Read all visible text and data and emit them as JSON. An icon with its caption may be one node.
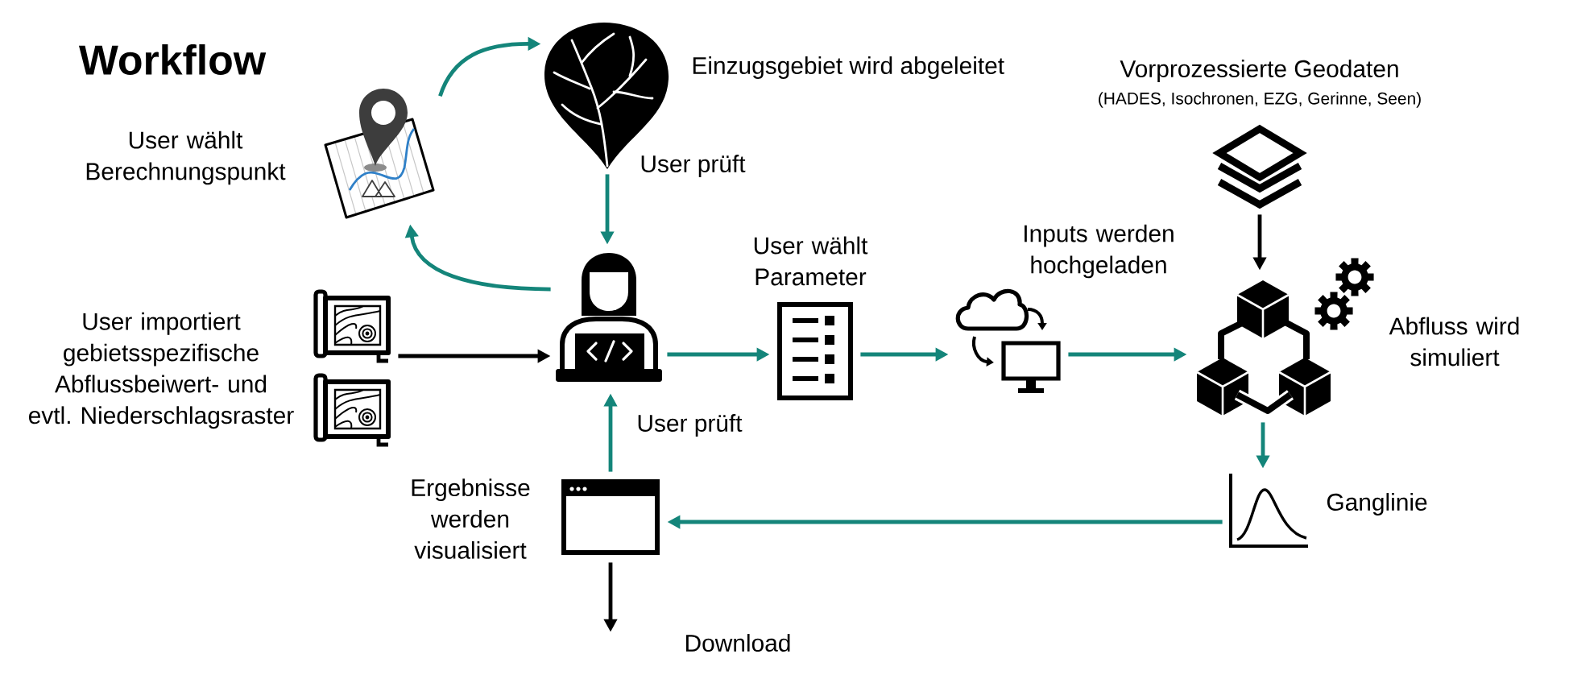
{
  "diagram": {
    "title": "Workflow",
    "nodes": [
      {
        "text": [],
        "shape": "picture",
        "beside": [
          "User wählt Berechnungspunkt"
        ]
      },
      {
        "text": [],
        "shape": "picture",
        "beside": [
          "Einzugsgebiet wird abgeleitet"
        ]
      },
      {
        "text": [],
        "shape": "picture",
        "beside": [
          "Vorprozessierte Geodaten",
          "(HADES, Isochronen, EZG, Gerinne, Seen)"
        ]
      },
      {
        "text": [],
        "shape": "picture",
        "beside": [
          "User importiert gebietsspezifische Abflussbeiwert- und evtl. Niederschlagsraster"
        ]
      },
      {
        "text": [],
        "shape": "person"
      },
      {
        "text": [],
        "shape": "picture",
        "beside": [
          "User wählt Parameter"
        ]
      },
      {
        "text": [],
        "shape": "picture",
        "beside": [
          "Inputs werden hochgeladen"
        ]
      },
      {
        "text": [],
        "shape": "picture",
        "beside": [
          "Abfluss wird simuliert"
        ]
      },
      {
        "text": [],
        "shape": "picture",
        "beside": [
          "Ganglinie"
        ]
      },
      {
        "text": [],
        "shape": "picture",
        "beside": [
          "Ergebnisse werden visualisiert"
        ]
      },
      {
        "text": [
          "Download"
        ]
      }
    ],
    "edges": [
      {
        "from": 0,
        "to": 1,
        "arrow": "to"
      },
      {
        "from": 1,
        "to": 4,
        "arrow": "to",
        "label": "User prüft"
      },
      {
        "from": 4,
        "to": 0,
        "arrow": "to"
      },
      {
        "from": 3,
        "to": 4,
        "arrow": "to",
        "color": "#000000"
      },
      {
        "from": 4,
        "to": 5,
        "arrow": "to"
      },
      {
        "from": 5,
        "to": 6,
        "arrow": "to"
      },
      {
        "from": 6,
        "to": 7,
        "arrow": "to"
      },
      {
        "from": 2,
        "to": 7,
        "arrow": "to",
        "color": "#000000"
      },
      {
        "from": 7,
        "to": 8,
        "arrow": "to"
      },
      {
        "from": 8,
        "to": 9,
        "arrow": "to"
      },
      {
        "from": 9,
        "to": 4,
        "arrow": "to",
        "label": "User prüft"
      },
      {
        "from": 9,
        "to": 10,
        "arrow": "to",
        "color": "#000000"
      }
    ]
  }
}
